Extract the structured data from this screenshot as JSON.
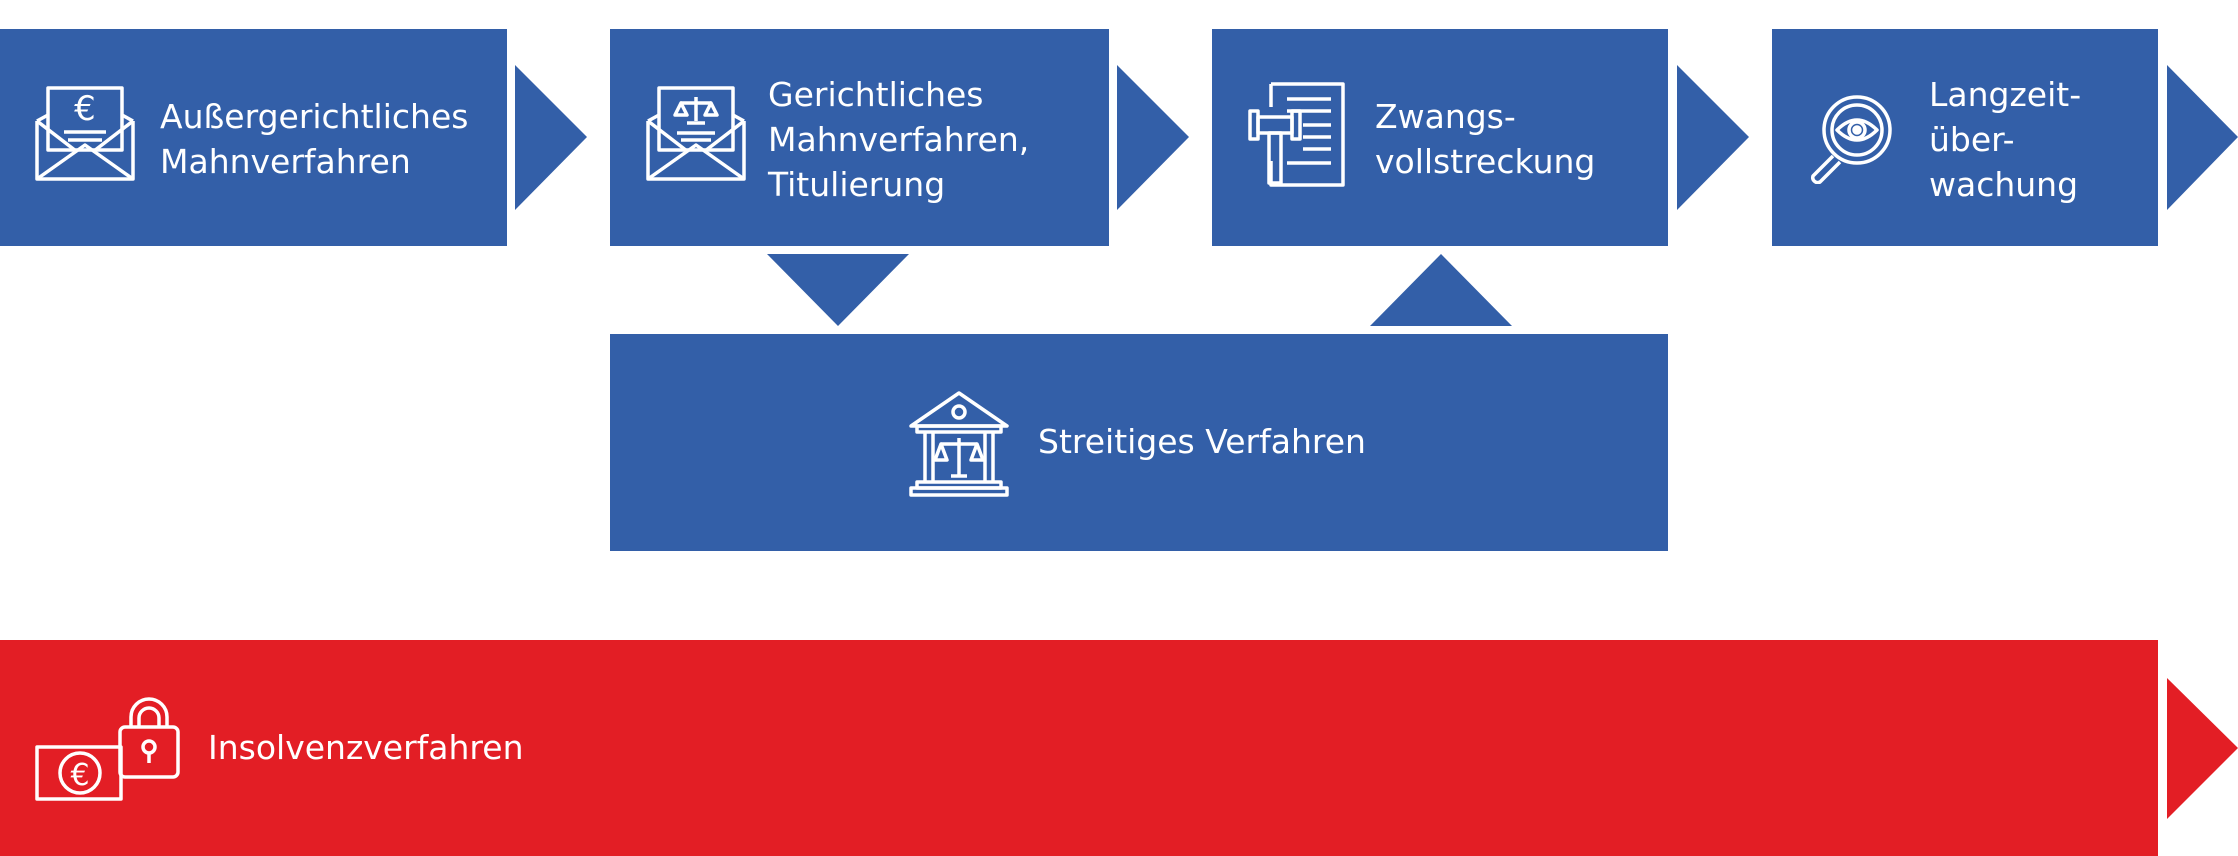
{
  "colors": {
    "blue": "#335fa8",
    "red": "#e31e25",
    "icon_stroke": "#ffffff"
  },
  "steps": [
    {
      "label": "Außergerichtliches\nMahnverfahren",
      "icon": "envelope-euro-icon"
    },
    {
      "label": "Gerichtliches\nMahnverfahren,\nTitulierung",
      "icon": "envelope-scales-icon"
    },
    {
      "label": "Zwangs-\nvollstreckung",
      "icon": "gavel-document-icon"
    },
    {
      "label": "Langzeit-\nüber-\nwachung",
      "icon": "magnifier-eye-icon"
    }
  ],
  "branch": {
    "label": "Streitiges Verfahren",
    "icon": "courthouse-scales-icon"
  },
  "insolvency": {
    "label": "Insolvenzverfahren",
    "icon": "money-lock-icon"
  }
}
